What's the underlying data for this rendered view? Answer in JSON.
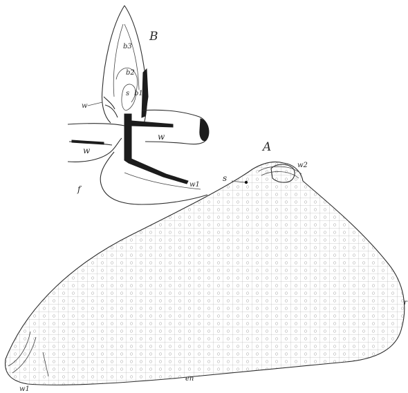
{
  "figure": {
    "panels": [
      {
        "id": "B",
        "label": "B",
        "part_labels": {
          "b3": "b3",
          "b2": "b2",
          "s": "s",
          "b1": "b1",
          "w_upper": "w",
          "w_right": "w",
          "w_left": "w",
          "w1": "w1",
          "f": "f"
        }
      },
      {
        "id": "A",
        "label": "A",
        "part_labels": {
          "s": "s",
          "w2": "w2",
          "w1": "w1",
          "en": "en",
          "edge_mark": "r"
        }
      }
    ]
  }
}
